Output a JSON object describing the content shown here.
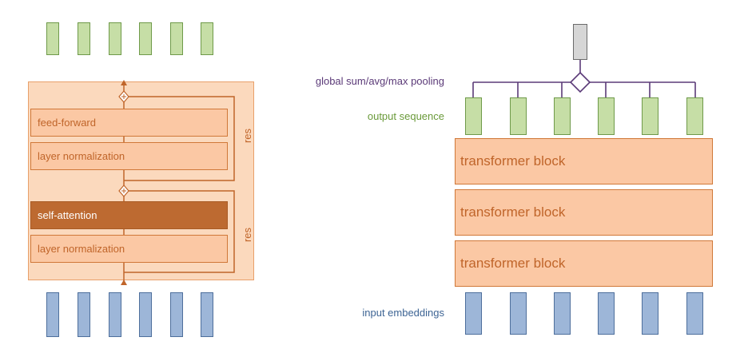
{
  "left_diagram": {
    "blocks": {
      "feed_forward": "feed-forward",
      "layer_norm_top": "layer normalization",
      "self_attention": "self-attention",
      "layer_norm_bottom": "layer normalization"
    },
    "residual_label_top": "res",
    "residual_label_bottom": "res",
    "output_token_count": 6,
    "input_token_count": 6
  },
  "right_diagram": {
    "labels": {
      "pooling": "global sum/avg/max pooling",
      "output_sequence": "output sequence",
      "input_embeddings": "input embeddings"
    },
    "transformer_blocks": [
      "transformer block",
      "transformer block",
      "transformer block"
    ],
    "output_token_count": 6,
    "input_token_count": 6
  },
  "colors": {
    "output_token_fill": "#c6dea6",
    "input_token_fill": "#9db6d8",
    "block_fill": "#fbc8a4",
    "attention_fill": "#bd6a31",
    "outer_fill": "#fbd9bd",
    "pooling_line": "#5b3a78",
    "label_green": "#6a9a3a",
    "label_purple": "#5b3a78",
    "label_blue": "#3d6494",
    "accent_orange": "#c0652a"
  }
}
